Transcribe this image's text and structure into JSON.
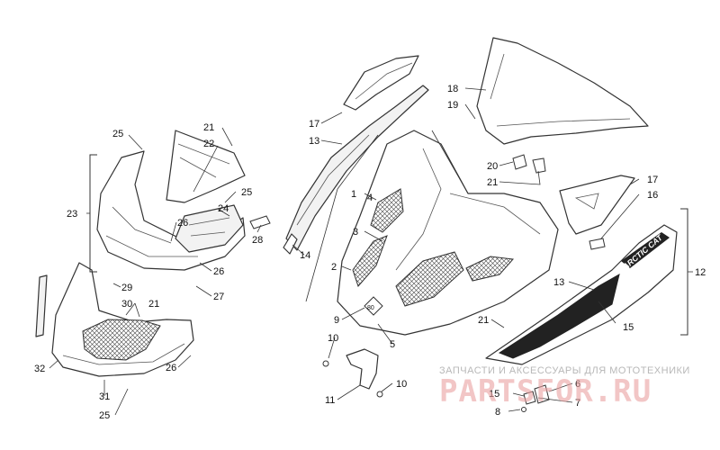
{
  "diagram": {
    "type": "exploded-parts-diagram",
    "callouts": [
      {
        "id": "c25a",
        "label": "25"
      },
      {
        "id": "c21a",
        "label": "21"
      },
      {
        "id": "c22",
        "label": "22"
      },
      {
        "id": "c23",
        "label": "23"
      },
      {
        "id": "c25b",
        "label": "25"
      },
      {
        "id": "c24",
        "label": "24"
      },
      {
        "id": "c26a",
        "label": "26"
      },
      {
        "id": "c28",
        "label": "28"
      },
      {
        "id": "c26b",
        "label": "26"
      },
      {
        "id": "c29",
        "label": "29"
      },
      {
        "id": "c27",
        "label": "27"
      },
      {
        "id": "c30",
        "label": "30"
      },
      {
        "id": "c21b",
        "label": "21"
      },
      {
        "id": "c32",
        "label": "32"
      },
      {
        "id": "c26c",
        "label": "26"
      },
      {
        "id": "c31",
        "label": "31"
      },
      {
        "id": "c25c",
        "label": "25"
      },
      {
        "id": "c17a",
        "label": "17"
      },
      {
        "id": "c13a",
        "label": "13"
      },
      {
        "id": "c1",
        "label": "1"
      },
      {
        "id": "c4",
        "label": "4"
      },
      {
        "id": "c3",
        "label": "3"
      },
      {
        "id": "c14",
        "label": "14"
      },
      {
        "id": "c2",
        "label": "2"
      },
      {
        "id": "c9",
        "label": "9"
      },
      {
        "id": "c10a",
        "label": "10"
      },
      {
        "id": "c5",
        "label": "5"
      },
      {
        "id": "c11",
        "label": "11"
      },
      {
        "id": "c10b",
        "label": "10"
      },
      {
        "id": "c18",
        "label": "18"
      },
      {
        "id": "c19",
        "label": "19"
      },
      {
        "id": "c20",
        "label": "20"
      },
      {
        "id": "c21c",
        "label": "21"
      },
      {
        "id": "c17b",
        "label": "17"
      },
      {
        "id": "c16",
        "label": "16"
      },
      {
        "id": "c12",
        "label": "12"
      },
      {
        "id": "c13b",
        "label": "13"
      },
      {
        "id": "c15a",
        "label": "15"
      },
      {
        "id": "c21d",
        "label": "21"
      },
      {
        "id": "c6",
        "label": "6"
      },
      {
        "id": "c7",
        "label": "7"
      },
      {
        "id": "c15b",
        "label": "15"
      },
      {
        "id": "c8",
        "label": "8"
      }
    ],
    "decal_text": "ARCTIC CAT",
    "emblem_text": "80",
    "line_color": "#333333",
    "decal_color": "#222222"
  },
  "watermark": {
    "subtitle": "ЗАПЧАСТИ И АКСЕССУАРЫ ДЛЯ МОТОТЕХНИКИ",
    "brand": "PARTSFOR.RU",
    "color": "#e9a0a0"
  }
}
